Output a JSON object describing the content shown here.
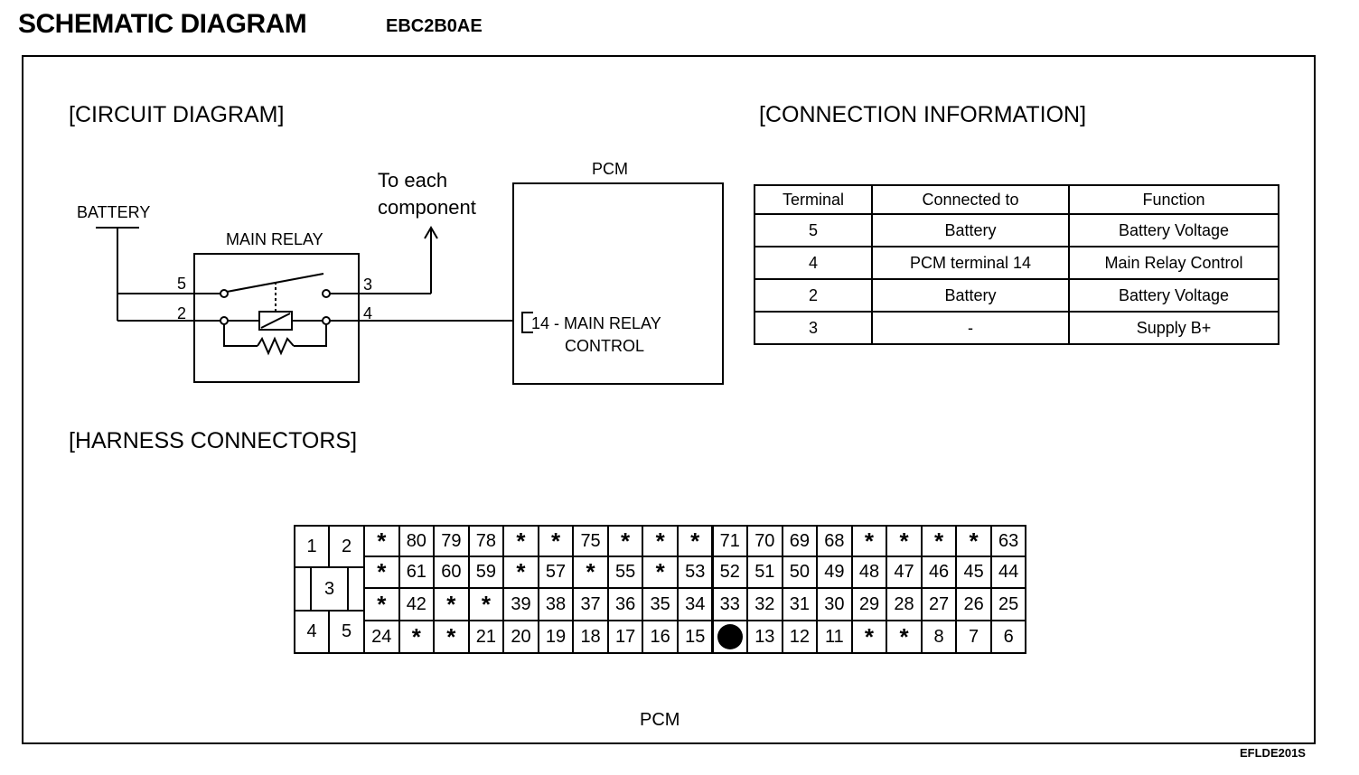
{
  "header": {
    "title": "SCHEMATIC DIAGRAM",
    "code": "EBC2B0AE"
  },
  "footer": {
    "code": "EFLDE201S"
  },
  "sections": {
    "circuit": "[CIRCUIT DIAGRAM]",
    "connection": "[CONNECTION INFORMATION]",
    "harness": "[HARNESS CONNECTORS]"
  },
  "circuit": {
    "battery_label": "BATTERY",
    "relay_label": "MAIN RELAY",
    "to_each_line1": "To each",
    "to_each_line2": "component",
    "pcm_label": "PCM",
    "pcm_pin_line1": "14 - MAIN RELAY",
    "pcm_pin_line2": "CONTROL",
    "terminals": {
      "t5": "5",
      "t3": "3",
      "t2": "2",
      "t4": "4"
    }
  },
  "connection_table": {
    "headers": [
      "Terminal",
      "Connected to",
      "Function"
    ],
    "rows": [
      [
        "5",
        "Battery",
        "Battery Voltage"
      ],
      [
        "4",
        "PCM terminal 14",
        "Main Relay Control"
      ],
      [
        "2",
        "Battery",
        "Battery Voltage"
      ],
      [
        "3",
        "-",
        "Supply B+"
      ]
    ]
  },
  "harness": {
    "caption": "PCM",
    "left_pins": [
      "1",
      "2",
      "3",
      "4",
      "5"
    ],
    "rows": [
      [
        "*",
        "80",
        "79",
        "78",
        "*",
        "*",
        "75",
        "*",
        "*",
        "*",
        "71",
        "70",
        "69",
        "68",
        "*",
        "*",
        "*",
        "*",
        "63"
      ],
      [
        "*",
        "61",
        "60",
        "59",
        "*",
        "57",
        "*",
        "55",
        "*",
        "53",
        "52",
        "51",
        "50",
        "49",
        "48",
        "47",
        "46",
        "45",
        "44"
      ],
      [
        "*",
        "42",
        "*",
        "*",
        "39",
        "38",
        "37",
        "36",
        "35",
        "34",
        "33",
        "32",
        "31",
        "30",
        "29",
        "28",
        "27",
        "26",
        "25"
      ],
      [
        "24",
        "*",
        "*",
        "21",
        "20",
        "19",
        "18",
        "17",
        "16",
        "15",
        "●",
        "13",
        "12",
        "11",
        "*",
        "*",
        "8",
        "7",
        "6"
      ]
    ]
  }
}
